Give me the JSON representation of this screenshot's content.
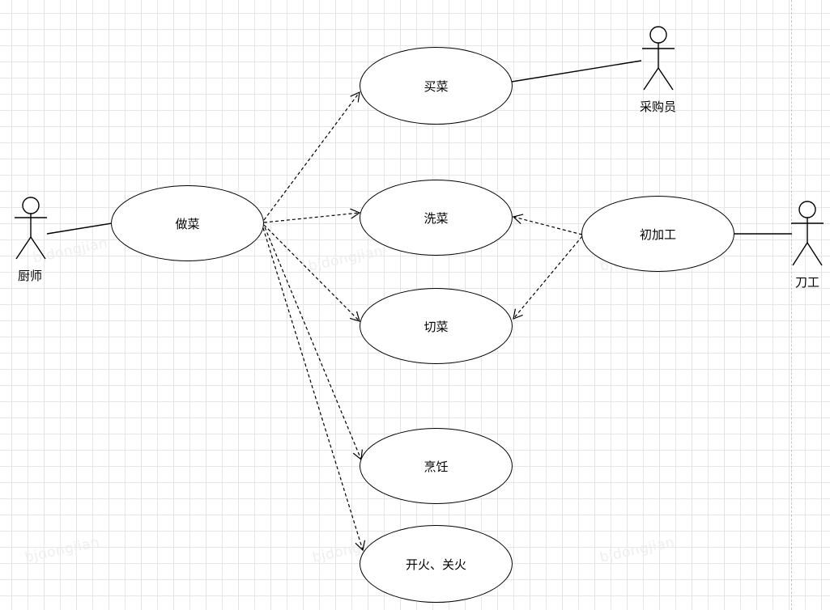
{
  "diagram": {
    "use_cases": {
      "buy": "买菜",
      "cook": "做菜",
      "wash": "洗菜",
      "cut": "切菜",
      "prep": "初加工",
      "season": "烹饪",
      "fire": "开火、关火"
    },
    "actors": {
      "chef": "厨师",
      "buyer": "采购员",
      "knife": "刀工"
    },
    "watermark": "bjdongjian"
  }
}
